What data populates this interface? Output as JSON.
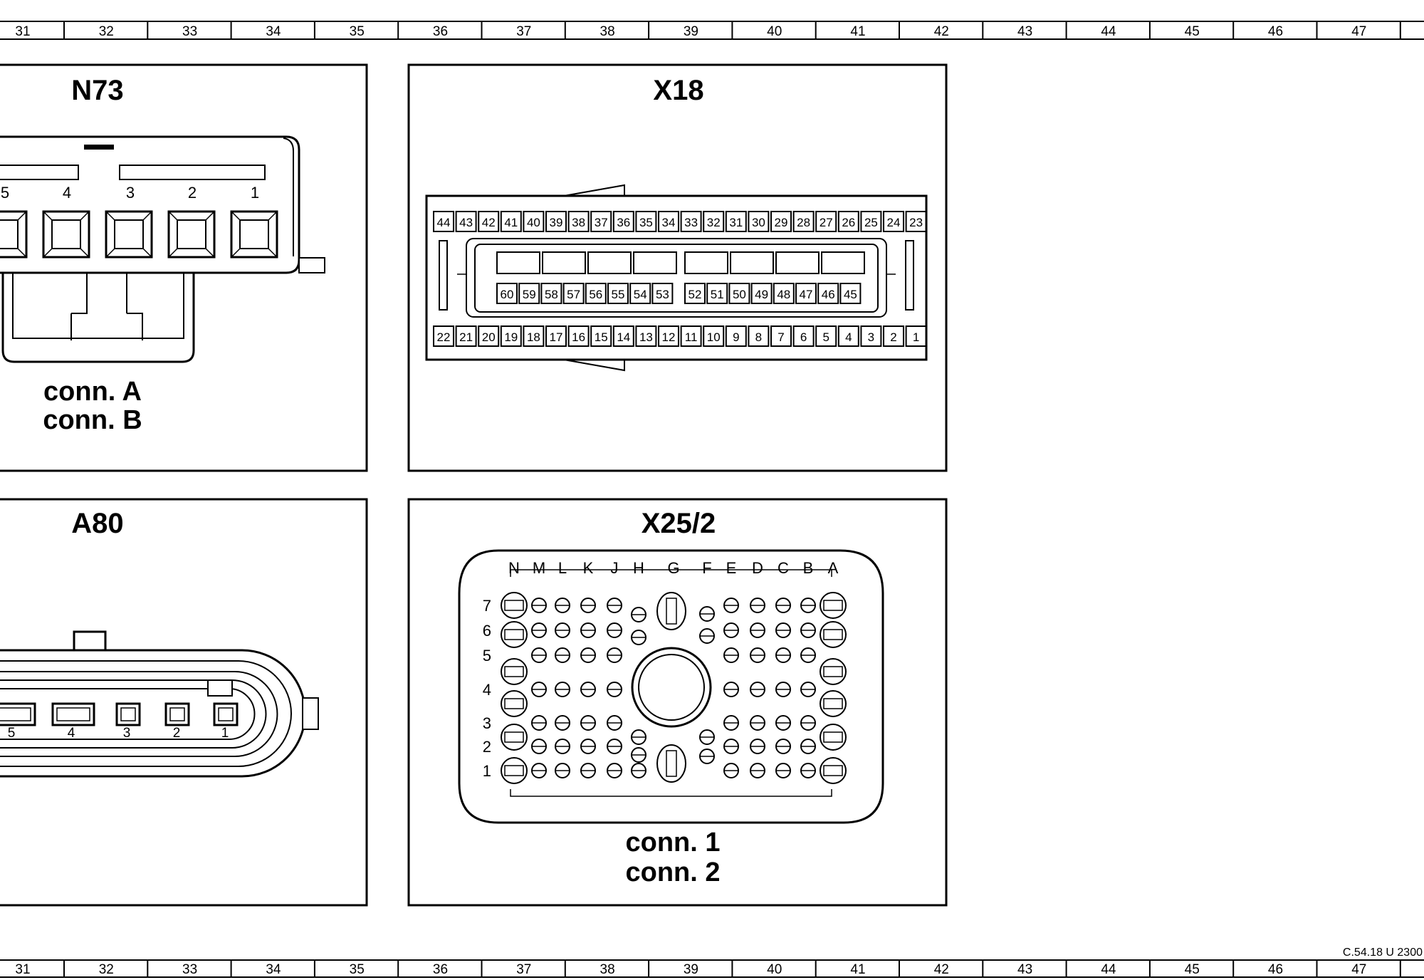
{
  "ruler": {
    "top_labels": [
      "31",
      "32",
      "33",
      "34",
      "35",
      "36",
      "37",
      "38",
      "39",
      "40",
      "41",
      "42",
      "43",
      "44",
      "45",
      "46",
      "47"
    ],
    "bottom_labels": [
      "31",
      "32",
      "33",
      "34",
      "35",
      "36",
      "37",
      "38",
      "39",
      "40",
      "41",
      "42",
      "43",
      "44",
      "45",
      "46",
      "47"
    ]
  },
  "reference_code": "C.54.18 U 2300",
  "panels": {
    "n73": {
      "title": "N73",
      "pin_labels": [
        "5",
        "4",
        "3",
        "2",
        "1"
      ],
      "conn_line1": "conn. A",
      "conn_line2": "conn. B"
    },
    "x18": {
      "title": "X18",
      "top_row": [
        "44",
        "43",
        "42",
        "41",
        "40",
        "39",
        "38",
        "37",
        "36",
        "35",
        "34",
        "33",
        "32",
        "31",
        "30",
        "29",
        "28",
        "27",
        "26",
        "25",
        "24",
        "23"
      ],
      "inner_left": [
        "60",
        "59",
        "58",
        "57",
        "56",
        "55",
        "54",
        "53"
      ],
      "inner_right": [
        "52",
        "51",
        "50",
        "49",
        "48",
        "47",
        "46",
        "45"
      ],
      "bottom_row": [
        "22",
        "21",
        "20",
        "19",
        "18",
        "17",
        "16",
        "15",
        "14",
        "13",
        "12",
        "11",
        "10",
        "9",
        "8",
        "7",
        "6",
        "5",
        "4",
        "3",
        "2",
        "1"
      ]
    },
    "a80": {
      "title": "A80",
      "pin_labels": [
        "5",
        "4",
        "3",
        "2",
        "1"
      ]
    },
    "x25": {
      "title": "X25/2",
      "column_labels": [
        "N",
        "M",
        "L",
        "K",
        "J",
        "H",
        "G",
        "F",
        "E",
        "D",
        "C",
        "B",
        "A"
      ],
      "row_labels": [
        "7",
        "6",
        "5",
        "4",
        "3",
        "2",
        "1"
      ],
      "conn_line1": "conn. 1",
      "conn_line2": "conn. 2"
    }
  }
}
